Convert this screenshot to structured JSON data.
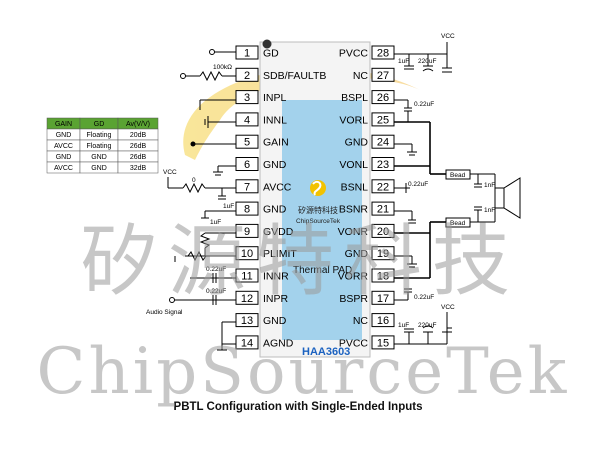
{
  "chip": {
    "part_number": "HAA3603",
    "center_label": "Thermal PAD",
    "logo_text": "矽源特科技",
    "logo_sub": "ChipSourceTek",
    "colors": {
      "pad": "#8ec9ea",
      "arc": "#f3d66b",
      "body": "#f4f4f4"
    }
  },
  "left_pins": [
    {
      "num": "1",
      "name": "GD"
    },
    {
      "num": "2",
      "name": "SDB/FAULTB"
    },
    {
      "num": "3",
      "name": "INPL"
    },
    {
      "num": "4",
      "name": "INNL"
    },
    {
      "num": "5",
      "name": "GAIN"
    },
    {
      "num": "6",
      "name": "GND"
    },
    {
      "num": "7",
      "name": "AVCC"
    },
    {
      "num": "8",
      "name": "GND"
    },
    {
      "num": "9",
      "name": "GVDD"
    },
    {
      "num": "10",
      "name": "PLIMIT"
    },
    {
      "num": "11",
      "name": "INNR"
    },
    {
      "num": "12",
      "name": "INPR"
    },
    {
      "num": "13",
      "name": "GND"
    },
    {
      "num": "14",
      "name": "AGND"
    }
  ],
  "right_pins": [
    {
      "num": "28",
      "name": "PVCC"
    },
    {
      "num": "27",
      "name": "NC"
    },
    {
      "num": "26",
      "name": "BSPL"
    },
    {
      "num": "25",
      "name": "VORL"
    },
    {
      "num": "24",
      "name": "GND"
    },
    {
      "num": "23",
      "name": "VONL"
    },
    {
      "num": "22",
      "name": "BSNL"
    },
    {
      "num": "21",
      "name": "BSNR"
    },
    {
      "num": "20",
      "name": "VONR"
    },
    {
      "num": "19",
      "name": "GND"
    },
    {
      "num": "18",
      "name": "VORR"
    },
    {
      "num": "17",
      "name": "BSPR"
    },
    {
      "num": "16",
      "name": "NC"
    },
    {
      "num": "15",
      "name": "PVCC"
    }
  ],
  "gain_table": {
    "headers": [
      "GAIN",
      "GD",
      "Av(V/V)"
    ],
    "rows": [
      [
        "GND",
        "Floating",
        "20dB"
      ],
      [
        "AVCC",
        "Floating",
        "26dB"
      ],
      [
        "GND",
        "GND",
        "26dB"
      ],
      [
        "AVCC",
        "GND",
        "32dB"
      ]
    ]
  },
  "components": {
    "r_sdb": "100kΩ",
    "vcc_top": "VCC",
    "vcc_bottom": "VCC",
    "vcc_left": "VCC",
    "r_avcc": "0",
    "cap_1uF_a": "1uF",
    "cap_220uF_a": "220uF",
    "cap_1uF_b": "1uF",
    "cap_220uF_b": "220uF",
    "cap_bspl": "0.22uF",
    "cap_bsnl": "0.22uF",
    "cap_bspr": "0.22uF",
    "cap_gvdd": "1uF",
    "cap_innr": "0.22uF",
    "cap_inpr": "0.22uF",
    "bead_top": "Bead",
    "bead_bottom": "Bead",
    "cap_out_top": "1nF",
    "cap_out_bottom": "1nF",
    "audio_label": "Audio Signal"
  },
  "caption": "PBTL Configuration with Single-Ended Inputs",
  "watermark": {
    "line1": "矽源特科技",
    "line2": "ChipSourceTek"
  }
}
